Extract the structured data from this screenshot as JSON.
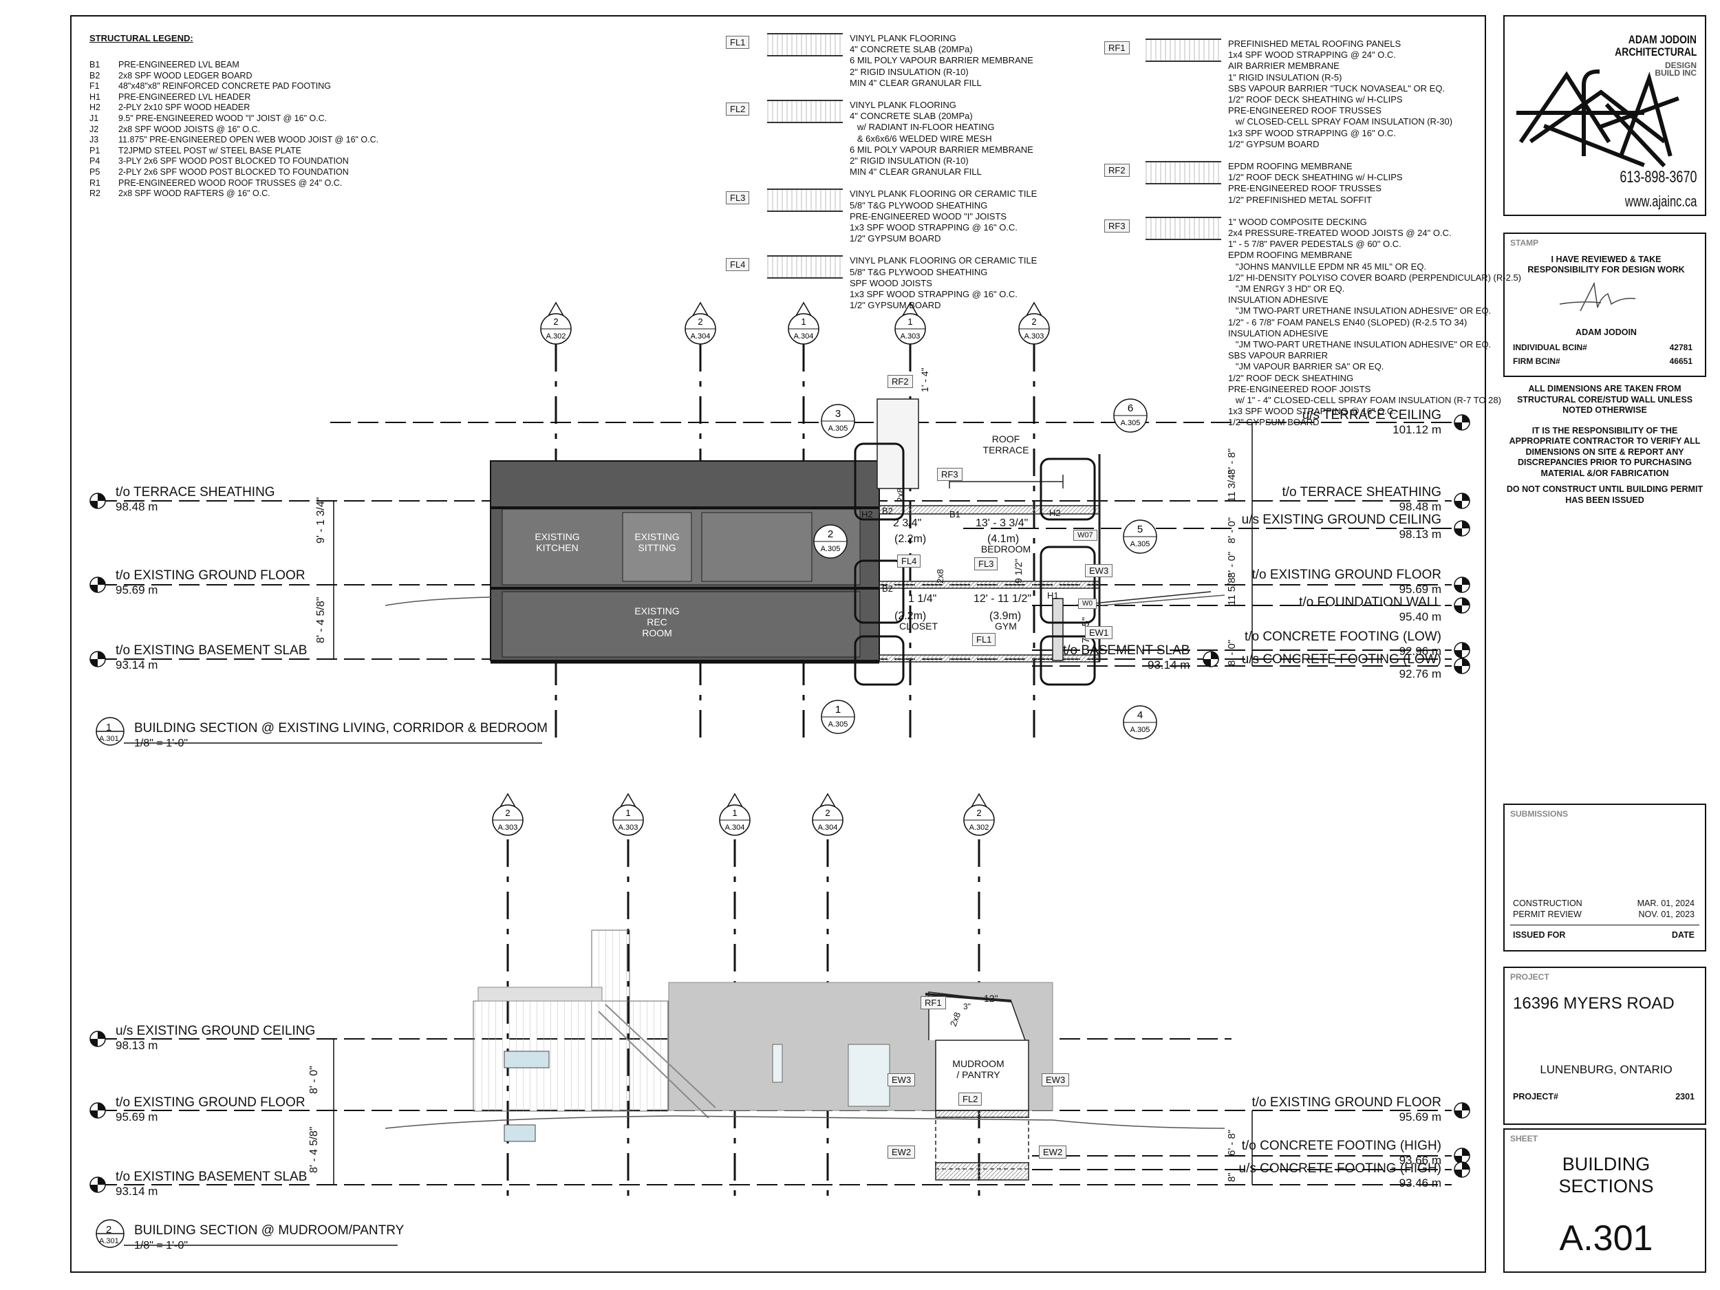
{
  "structural_legend": {
    "title": "STRUCTURAL LEGEND:",
    "items": [
      {
        "code": "B1",
        "desc": "PRE-ENGINEERED LVL BEAM"
      },
      {
        "code": "B2",
        "desc": "2x8 SPF WOOD LEDGER BOARD"
      },
      {
        "code": "F1",
        "desc": "48\"x48\"x8\" REINFORCED CONCRETE PAD FOOTING"
      },
      {
        "code": "H1",
        "desc": "PRE-ENGINEERED LVL HEADER"
      },
      {
        "code": "H2",
        "desc": "2-PLY 2x10 SPF WOOD HEADER"
      },
      {
        "code": "J1",
        "desc": "9.5\" PRE-ENGINEERED WOOD \"I\" JOIST @ 16\" O.C."
      },
      {
        "code": "J2",
        "desc": "2x8 SPF WOOD JOISTS @ 16\" O.C."
      },
      {
        "code": "J3",
        "desc": "11.875\" PRE-ENGINEERED OPEN WEB WOOD JOIST @ 16\" O.C."
      },
      {
        "code": "P1",
        "desc": "T2JPMD STEEL POST w/ STEEL BASE PLATE"
      },
      {
        "code": "P4",
        "desc": "3-PLY 2x6 SPF WOOD POST BLOCKED TO FOUNDATION"
      },
      {
        "code": "P5",
        "desc": "2-PLY 2x6 SPF WOOD POST BLOCKED TO FOUNDATION"
      },
      {
        "code": "R1",
        "desc": "PRE-ENGINEERED WOOD ROOF TRUSSES @ 24\" O.C."
      },
      {
        "code": "R2",
        "desc": "2x8 SPF WOOD RAFTERS @ 16\" O.C."
      }
    ]
  },
  "floor_assemblies": [
    {
      "tag": "FL1",
      "lines": [
        "VINYL PLANK FLOORING",
        "4\" CONCRETE SLAB (20MPa)",
        "6 MIL POLY VAPOUR BARRIER MEMBRANE",
        "2\" RIGID INSULATION (R-10)",
        "MIN 4\" CLEAR GRANULAR FILL"
      ]
    },
    {
      "tag": "FL2",
      "lines": [
        "VINYL PLANK FLOORING",
        "4\" CONCRETE SLAB (20MPa)",
        "   w/ RADIANT IN-FLOOR HEATING",
        "   & 6x6x6/6 WELDED WIRE MESH",
        "6 MIL POLY VAPOUR BARRIER MEMBRANE",
        "2\" RIGID INSULATION (R-10)",
        "MIN 4\" CLEAR GRANULAR FILL"
      ]
    },
    {
      "tag": "FL3",
      "lines": [
        "VINYL PLANK FLOORING OR CERAMIC TILE",
        "5/8\" T&G PLYWOOD SHEATHING",
        "PRE-ENGINEERED WOOD \"I\" JOISTS",
        "1x3 SPF WOOD STRAPPING @ 16\" O.C.",
        "1/2\" GYPSUM BOARD"
      ]
    },
    {
      "tag": "FL4",
      "lines": [
        "VINYL PLANK FLOORING OR CERAMIC TILE",
        "5/8\" T&G PLYWOOD SHEATHING",
        "SPF WOOD JOISTS",
        "1x3 SPF WOOD STRAPPING @ 16\" O.C.",
        "1/2\" GYPSUM BOARD"
      ]
    }
  ],
  "roof_assemblies": [
    {
      "tag": "RF1",
      "lines": [
        "PREFINISHED METAL ROOFING PANELS",
        "1x4 SPF WOOD STRAPPING @ 24\" O.C.",
        "AIR BARRIER MEMBRANE",
        "1\" RIGID INSULATION (R-5)",
        "SBS VAPOUR BARRIER \"TUCK NOVASEAL\" OR EQ.",
        "1/2\" ROOF DECK SHEATHING w/ H-CLIPS",
        "PRE-ENGINEERED ROOF TRUSSES",
        "   w/ CLOSED-CELL SPRAY FOAM INSULATION (R-30)",
        "1x3 SPF WOOD STRAPPING @ 16\" O.C.",
        "1/2\" GYPSUM BOARD"
      ]
    },
    {
      "tag": "RF2",
      "lines": [
        "EPDM ROOFING MEMBRANE",
        "1/2\" ROOF DECK SHEATHING w/ H-CLIPS",
        "PRE-ENGINEERED ROOF TRUSSES",
        "1/2\" PREFINISHED METAL SOFFIT"
      ]
    },
    {
      "tag": "RF3",
      "lines": [
        "1\" WOOD COMPOSITE DECKING",
        "2x4 PRESSURE-TREATED WOOD JOISTS @ 24\" O.C.",
        "1\" - 5 7/8\" PAVER PEDESTALS @ 60\" O.C.",
        "EPDM ROOFING MEMBRANE",
        "   \"JOHNS MANVILLE EPDM NR 45 MIL\" OR EQ.",
        "1/2\" HI-DENSITY POLYISO COVER BOARD (PERPENDICULAR) (R-2.5)",
        "   \"JM ENRGY 3 HD\" OR EQ.",
        "INSULATION ADHESIVE",
        "   \"JM TWO-PART URETHANE INSULATION ADHESIVE\" OR EQ.",
        "1/2\" - 6 7/8\" FOAM PANELS EN40 (SLOPED) (R-2.5 TO 34)",
        "INSULATION ADHESIVE",
        "   \"JM TWO-PART URETHANE INSULATION ADHESIVE\" OR EQ.",
        "SBS VAPOUR BARRIER",
        "   \"JM VAPOUR BARRIER SA\" OR EQ.",
        "1/2\" ROOF DECK SHEATHING",
        "PRE-ENGINEERED ROOF JOISTS",
        "   w/ 1\" - 4\" CLOSED-CELL SPRAY FOAM INSULATION (R-7 TO 28)",
        "1x3 SPF WOOD STRAPPING @ 16\" O.C.",
        "1/2\" GYPSUM BOARD"
      ]
    }
  ],
  "section1": {
    "num": "1",
    "sheet": "A.301",
    "title": "BUILDING SECTION @ EXISTING LIVING, CORRIDOR & BEDROOM",
    "scale": "1/8\" = 1'-0\"",
    "grid_bubbles": [
      {
        "num": "2",
        "sheet": "A.302"
      },
      {
        "num": "2",
        "sheet": "A.304"
      },
      {
        "num": "1",
        "sheet": "A.304"
      },
      {
        "num": "1",
        "sheet": "A.303"
      },
      {
        "num": "2",
        "sheet": "A.303"
      }
    ],
    "levels_left": [
      {
        "name": "t/o TERRACE SHEATHING",
        "value": "98.48 m"
      },
      {
        "name": "t/o EXISTING GROUND FLOOR",
        "value": "95.69 m"
      },
      {
        "name": "t/o EXISTING BASEMENT SLAB",
        "value": "93.14 m"
      }
    ],
    "levels_right": [
      {
        "name": "u/s TERRACE CEILING",
        "value": "101.12 m"
      },
      {
        "name": "t/o TERRACE SHEATHING",
        "value": "98.48 m"
      },
      {
        "name": "u/s EXISTING GROUND CEILING",
        "value": "98.13 m"
      },
      {
        "name": "t/o EXISTING GROUND FLOOR",
        "value": "95.69 m"
      },
      {
        "name": "t/o FOUNDATION WALL",
        "value": "95.40 m"
      },
      {
        "name": "t/o CONCRETE FOOTING (LOW)",
        "value": "92.96 m"
      },
      {
        "name": "u/s CONCRETE FOOTING (LOW)",
        "value": "92.76 m"
      },
      {
        "name": "t/o BASEMENT SLAB",
        "value": "93.14 m"
      }
    ],
    "dims_left": [
      "9' - 1 3/4\"",
      "8' - 4 5/8\""
    ],
    "dims_right": [
      "8' - 8\"",
      "8' - 0\"",
      "11 3/4\"",
      "8' - 0\"",
      "11 5/8\"",
      "8' - 0\"",
      "7' - 5\"",
      "1' - 4\"",
      "9 1/2\""
    ],
    "rooms": [
      {
        "name": "EXISTING\nKITCHEN"
      },
      {
        "name": "EXISTING\nSITTING"
      },
      {
        "name": "EXISTING\nREC\nROOM"
      },
      {
        "name": "ROOF\nTERRACE"
      },
      {
        "name": "BEDROOM"
      },
      {
        "name": "CLOSET"
      },
      {
        "name": "GYM"
      }
    ],
    "room_dims": [
      "2 3/4\"",
      "(2.2m)",
      "13' - 3 3/4\"",
      "(4.1m)",
      "1 1/4\"",
      "(2.2m)",
      "12' - 11 1/2\"",
      "(3.9m)"
    ],
    "tags": [
      "RF2",
      "RF3",
      "FL4",
      "FL3",
      "FL1",
      "EW3",
      "EW1",
      "W07",
      "W0",
      "H2",
      "B2",
      "B1",
      "H2",
      "H1",
      "B2",
      "2x8",
      "2x8"
    ],
    "details": [
      {
        "num": "3",
        "sheet": "A.305"
      },
      {
        "num": "6",
        "sheet": "A.305"
      },
      {
        "num": "2",
        "sheet": "A.305"
      },
      {
        "num": "5",
        "sheet": "A.305"
      },
      {
        "num": "1",
        "sheet": "A.305"
      },
      {
        "num": "4",
        "sheet": "A.305"
      }
    ]
  },
  "section2": {
    "num": "2",
    "sheet": "A.301",
    "title": "BUILDING SECTION @ MUDROOM/PANTRY",
    "scale": "1/8\" = 1'-0\"",
    "grid_bubbles": [
      {
        "num": "2",
        "sheet": "A.303"
      },
      {
        "num": "1",
        "sheet": "A.303"
      },
      {
        "num": "1",
        "sheet": "A.304"
      },
      {
        "num": "2",
        "sheet": "A.304"
      },
      {
        "num": "2",
        "sheet": "A.302"
      }
    ],
    "levels_left": [
      {
        "name": "u/s EXISTING GROUND CEILING",
        "value": "98.13 m"
      },
      {
        "name": "t/o EXISTING GROUND FLOOR",
        "value": "95.69 m"
      },
      {
        "name": "t/o EXISTING BASEMENT SLAB",
        "value": "93.14 m"
      }
    ],
    "levels_right": [
      {
        "name": "t/o EXISTING GROUND FLOOR",
        "value": "95.69 m"
      },
      {
        "name": "t/o CONCRETE FOOTING (HIGH)",
        "value": "93.66 m"
      },
      {
        "name": "u/s CONCRETE FOOTING (HIGH)",
        "value": "93.46 m"
      }
    ],
    "dims_left": [
      "8' - 0\"",
      "8' - 4 5/8\""
    ],
    "dims_right": [
      "6' - 8\"",
      "8\""
    ],
    "room": "MUDROOM\n/ PANTRY",
    "tags": [
      "RF1",
      "EW3",
      "EW3",
      "FL2",
      "EW2",
      "EW2"
    ],
    "roof_dims": [
      "12\"",
      "3\"",
      "2x8"
    ]
  },
  "title_block": {
    "logo": {
      "name": "ADAM JODOIN",
      "sub": "ARCHITECTURAL",
      "tag": "DESIGN BUILD INC",
      "phone": "613-898-3670",
      "web": "www.ajainc.ca"
    },
    "stamp": {
      "header": "STAMP",
      "statement": "I HAVE REVIEWED & TAKE RESPONSIBILITY FOR DESIGN WORK",
      "name": "ADAM JODOIN",
      "bcin_label": "INDIVIDUAL BCIN#",
      "bcin": "42781",
      "firm_label": "FIRM BCIN#",
      "firm": "46651"
    },
    "notes": [
      "ALL DIMENSIONS ARE TAKEN FROM STRUCTURAL CORE/STUD WALL UNLESS NOTED OTHERWISE",
      "IT IS THE RESPONSIBILITY OF THE APPROPRIATE CONTRACTOR TO VERIFY ALL DIMENSIONS ON SITE & REPORT ANY DISCREPANCIES PRIOR TO PURCHASING MATERIAL &/OR FABRICATION",
      "DO NOT CONSTRUCT UNTIL BUILDING PERMIT HAS BEEN ISSUED"
    ],
    "submissions": {
      "header": "SUBMISSIONS",
      "rows": [
        {
          "label": "CONSTRUCTION",
          "date": "MAR. 01, 2024"
        },
        {
          "label": "PERMIT REVIEW",
          "date": "NOV. 01, 2023"
        }
      ],
      "col1": "ISSUED FOR",
      "col2": "DATE"
    },
    "project": {
      "header": "PROJECT",
      "address": "16396 MYERS ROAD",
      "city": "LUNENBURG, ONTARIO",
      "num_label": "PROJECT#",
      "num": "2301"
    },
    "sheet": {
      "header": "SHEET",
      "title": "BUILDING\nSECTIONS",
      "number": "A.301"
    }
  }
}
